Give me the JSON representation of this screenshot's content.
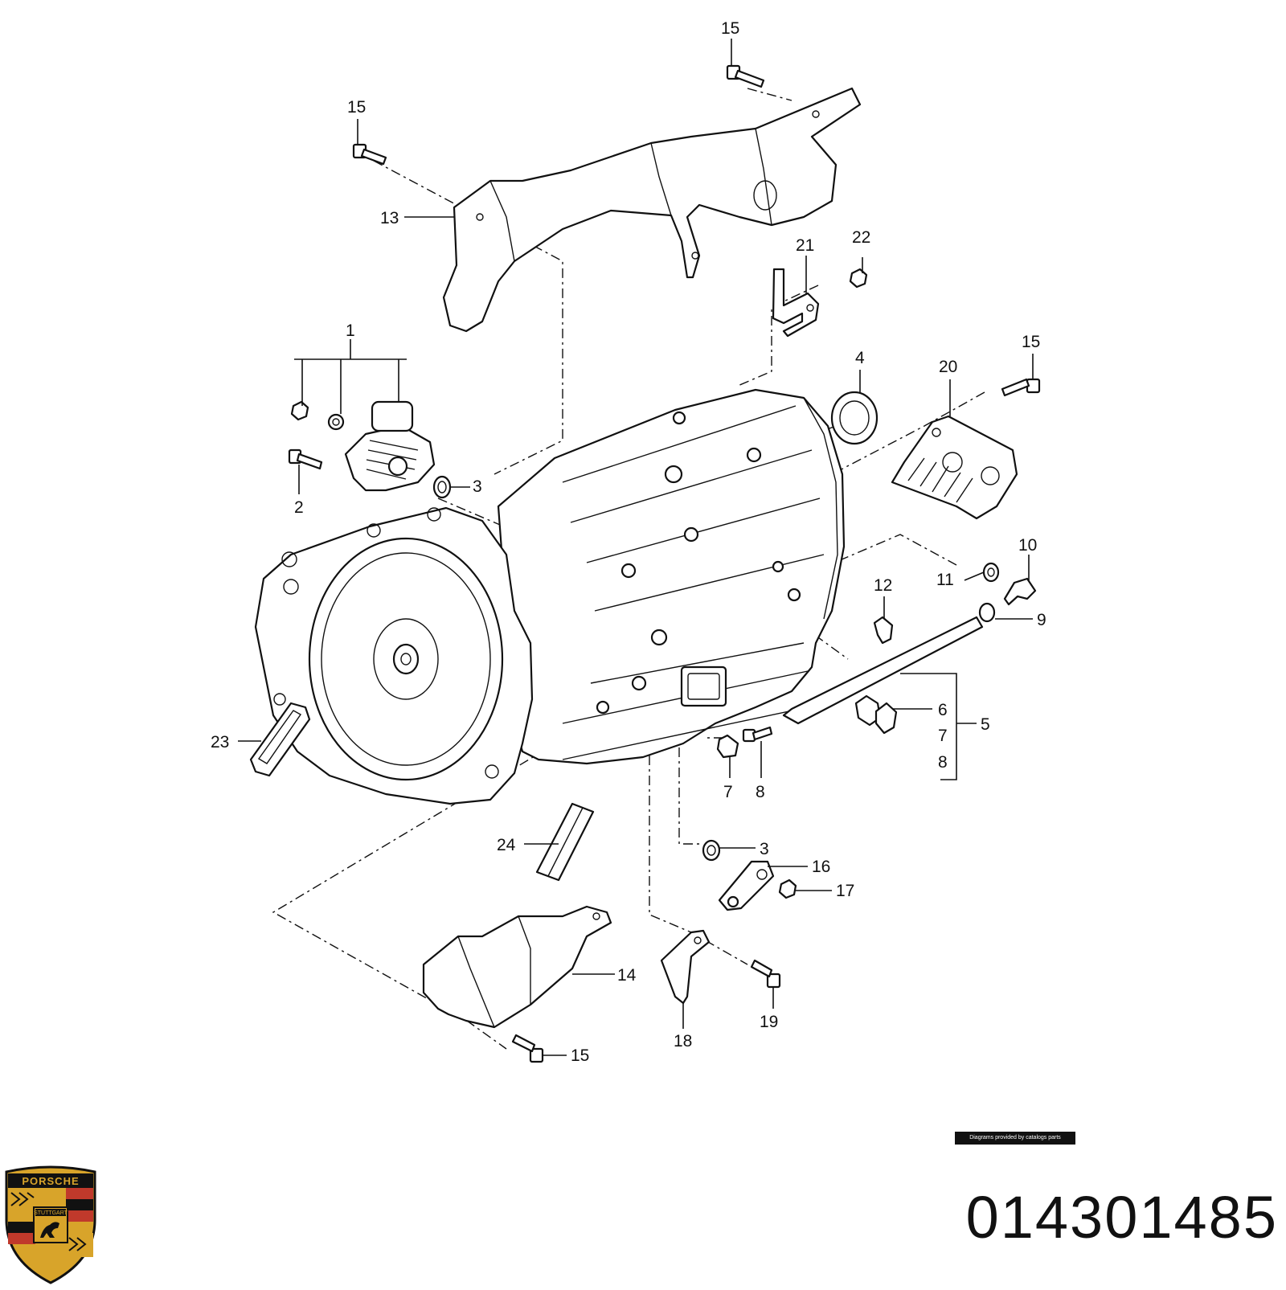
{
  "diagram": {
    "callouts": {
      "c15a": "15",
      "c15b": "15",
      "c15c": "15",
      "c15d": "15",
      "c13": "13",
      "c21": "21",
      "c22": "22",
      "c1": "1",
      "c4": "4",
      "c20": "20",
      "c3a": "3",
      "c2": "2",
      "c10": "10",
      "c11": "11",
      "c12": "12",
      "c9": "9",
      "c6": "6",
      "c7a": "7",
      "c8a": "8",
      "c5": "5",
      "c23": "23",
      "c7b": "7",
      "c8b": "8",
      "c24": "24",
      "c3b": "3",
      "c16": "16",
      "c17": "17",
      "c14": "14",
      "c19": "19",
      "c18": "18"
    }
  },
  "footer": {
    "credit": "Diagrams provided by catalogs parts",
    "part_number": "014301485"
  },
  "logo": {
    "icon": "porsche-crest-icon",
    "colors": {
      "gold": "#d8a42a",
      "red": "#c0392b",
      "black": "#111111"
    },
    "text_top": "PORSCHE",
    "text_center": "STUTTGART"
  }
}
